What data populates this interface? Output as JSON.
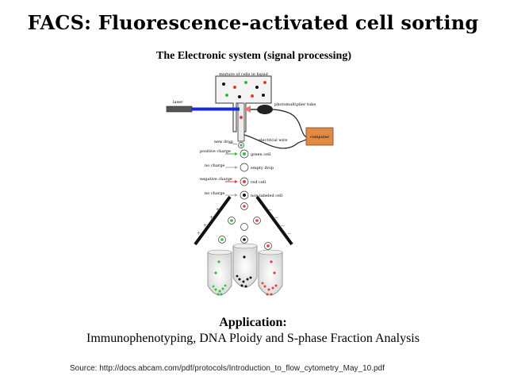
{
  "slide": {
    "title": "FACS: Fluorescence-activated cell sorting",
    "subtitle": "The Electronic system (signal processing)",
    "application_heading": "Application:",
    "application_text": "Immunophenotyping, DNA Ploidy and S-phase Fraction Analysis",
    "source": "Source: http://docs.abcam.com/pdf/protocols/Introduction_to_flow_cytometry_May_10.pdf"
  },
  "diagram": {
    "labels": {
      "mixture": "mixture of cells in liquid",
      "laser": "laser",
      "photomultiplier": "photomultiplier tube",
      "computer": "computer",
      "new_drop": "new drop",
      "electrical_wire": "electrical wire",
      "positive_charge": "positive charge",
      "no_charge_1": "no charge",
      "negative_charge": "negative charge",
      "no_charge_2": "no charge",
      "green_cell": "green cell",
      "empty_drop": "empty drop",
      "red_cell": "red cell",
      "non_labeled_cell": "non-labeled cell"
    },
    "colors": {
      "laser_beam": "#1c2bd6",
      "computer": "#e08a46",
      "green": "#2fbf3c",
      "red": "#e53b3b",
      "black": "#111111"
    }
  }
}
